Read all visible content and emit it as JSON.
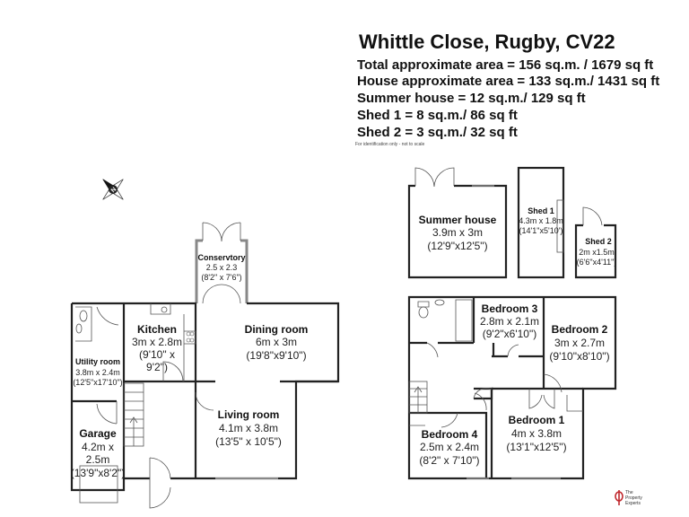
{
  "title": "Whittle Close, Rugby, CV22",
  "areas": [
    "Total approximate area = 156 sq.m. / 1679 sq ft",
    "House approximate area = 133 sq.m./ 1431 sq ft",
    "Summer house = 12 sq.m./ 129 sq ft",
    "Shed 1 = 8 sq.m./ 86 sq ft",
    "Shed 2 = 3 sq.m./ 32 sq ft"
  ],
  "note": "For identification only - not to scale",
  "compass": {
    "label": "N",
    "icon": "compass-icon"
  },
  "ground_floor": {
    "conservatory": {
      "name": "Conservtory",
      "metric": "2.5 x 2.3",
      "imperial": "(8'2\" x 7'6\")"
    },
    "kitchen": {
      "name": "Kitchen",
      "metric": "3m x 2.8m",
      "imperial1": "(9'10\" x",
      "imperial2": "9'2\")"
    },
    "dining": {
      "name": "Dining room",
      "metric": "6m x 3m",
      "imperial": "(19'8\"x9'10\")"
    },
    "utility": {
      "name": "Utility room",
      "metric": "3.8m x 2.4m",
      "imperial": "(12'5\"x17'10\")"
    },
    "living": {
      "name": "Living room",
      "metric": "4.1m x 3.8m",
      "imperial": "(13'5\" x 10'5\")"
    },
    "garage": {
      "name": "Garage",
      "metric1": "4.2m x",
      "metric2": "2.5m",
      "imperial": "(13'9\"x8'2\")"
    }
  },
  "outbuildings": {
    "summer_house": {
      "name": "Summer house",
      "metric": "3.9m x 3m",
      "imperial": "(12'9\"x12'5\")"
    },
    "shed1": {
      "name": "Shed 1",
      "metric": "4.3m x 1.8m",
      "imperial": "(14'1\"x5'10')"
    },
    "shed2": {
      "name": "Shed 2",
      "metric": "2m x1.5m",
      "imperial": "(6'6\"x4'11\")"
    }
  },
  "first_floor": {
    "bedroom3": {
      "name": "Bedroom 3",
      "metric": "2.8m x 2.1m",
      "imperial": "(9'2\"x6'10\")"
    },
    "bedroom2": {
      "name": "Bedroom 2",
      "metric": "3m x 2.7m",
      "imperial": "(9'10\"x8'10\")"
    },
    "bedroom1": {
      "name": "Bedroom 1",
      "metric": "4m x 3.8m",
      "imperial": "(13'1\"x12'5\")"
    },
    "bedroom4": {
      "name": "Bedroom 4",
      "metric": "2.5m x 2.4m",
      "imperial": "(8'2\" x 7'10\")"
    }
  },
  "logo": {
    "line1": "The",
    "line2": "Property",
    "line3": "Experts",
    "color": "#c0282d"
  }
}
